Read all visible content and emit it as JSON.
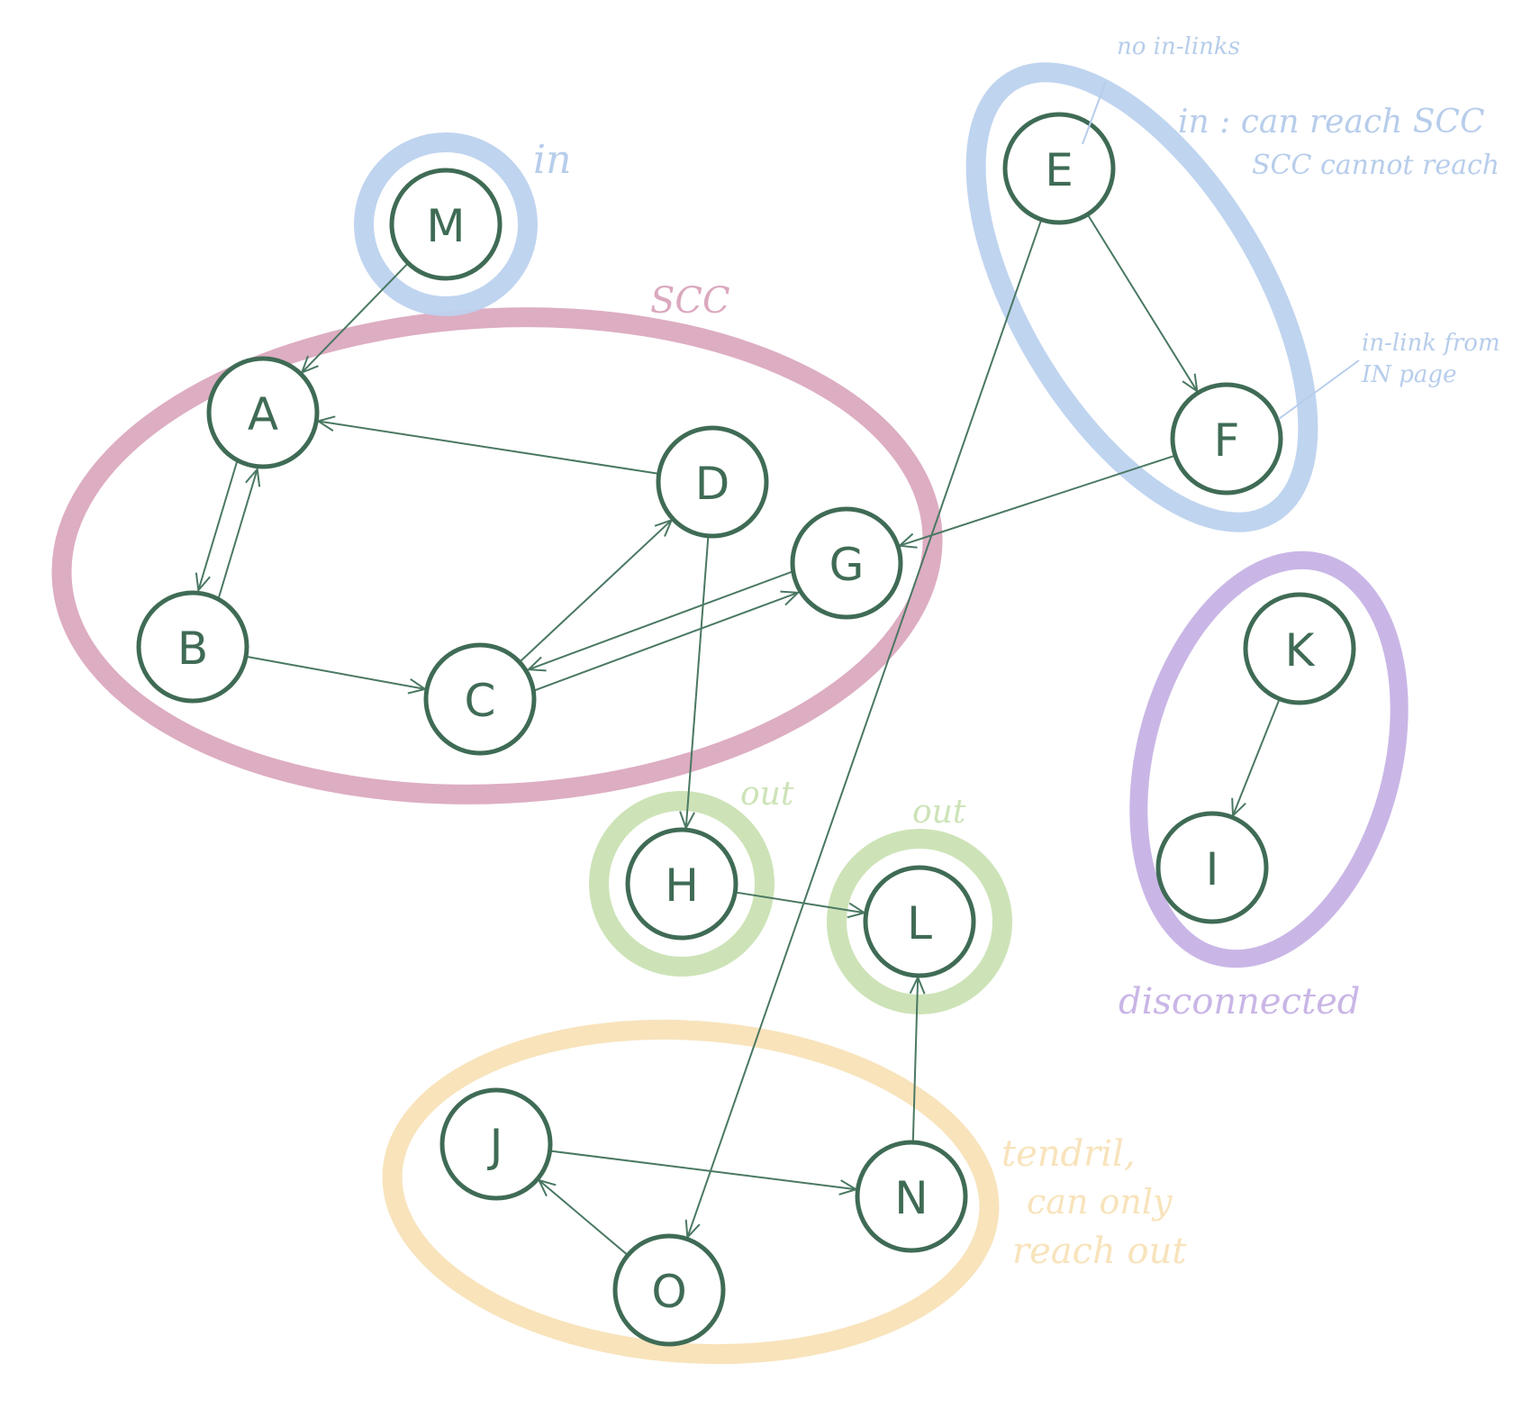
{
  "colors": {
    "node_stroke": "#3f6b55",
    "edge": "#4a7862",
    "scc": "#dba9bf",
    "in": "#bcd2ee",
    "out": "#cde3b7",
    "tendril": "#f8e3bb",
    "disconnected": "#c9b6e6"
  },
  "nodes": [
    "A",
    "B",
    "C",
    "D",
    "E",
    "F",
    "G",
    "H",
    "I",
    "J",
    "K",
    "L",
    "M",
    "N",
    "O"
  ],
  "edges": [
    [
      "M",
      "A"
    ],
    [
      "D",
      "A"
    ],
    [
      "A",
      "B"
    ],
    [
      "B",
      "A"
    ],
    [
      "B",
      "C"
    ],
    [
      "C",
      "D"
    ],
    [
      "C",
      "G"
    ],
    [
      "G",
      "C"
    ],
    [
      "D",
      "H"
    ],
    [
      "H",
      "L"
    ],
    [
      "E",
      "F"
    ],
    [
      "F",
      "G"
    ],
    [
      "E",
      "O"
    ],
    [
      "K",
      "I"
    ],
    [
      "J",
      "N"
    ],
    [
      "O",
      "J"
    ],
    [
      "N",
      "L"
    ]
  ],
  "labels": {
    "m_group": "in",
    "scc": "SCC",
    "ef_group": "in : can reach SCC",
    "ef_group_2": "SCC   cannot reach",
    "e_note": "no in-links",
    "f_note_1": "in-link from",
    "f_note_2": "IN page",
    "h_group": "out",
    "l_group": "out",
    "disconnected": "disconnected",
    "tendril_1": "tendril,",
    "tendril_2": "can only",
    "tendril_3": "reach out"
  }
}
